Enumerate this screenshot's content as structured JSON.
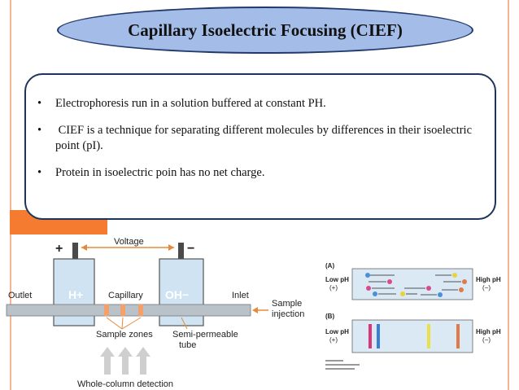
{
  "title": "Capillary Isoelectric Focusing (CIEF)",
  "bullets": [
    "Electrophoresis run in a solution buffered at constant PH.",
    " CIEF is a technique for separating different molecules by differences in their isoelectric point (pI).",
    "Protein in isoelectric poin has no net charge."
  ],
  "bullet_char": "•",
  "left_diagram": {
    "plus": "+",
    "minus": "−",
    "voltage": "Voltage",
    "outlet": "Outlet",
    "h_plus": "H+",
    "capillary": "Capillary",
    "oh_minus": "OH−",
    "inlet": "Inlet",
    "sample_injection_1": "Sample",
    "sample_injection_2": "injection",
    "sample_zones": "Sample zones",
    "semi_permeable_1": "Semi-permeable",
    "semi_permeable_2": "tube",
    "whole_column": "Whole-column detection"
  },
  "right_diagram": {
    "panel_a": "(A)",
    "panel_b": "(B)",
    "low_ph": "Low pH",
    "low_sign": "(+)",
    "high_ph": "High pH",
    "high_sign": "(−)"
  },
  "colors": {
    "title_fill": "#a4bde8",
    "accent_orange": "#f47b2f",
    "box_border": "#1f3558"
  }
}
